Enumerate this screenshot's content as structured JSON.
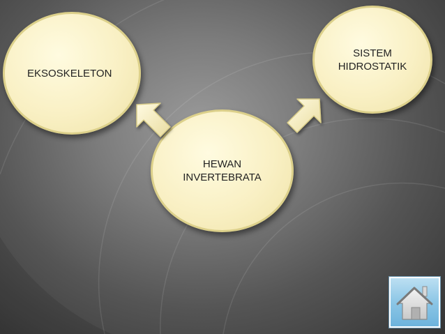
{
  "diagram": {
    "nodes": {
      "left": {
        "label": "EKSOSKELETON"
      },
      "right": {
        "label": "SISTEM\nHIDROSTATIK"
      },
      "center": {
        "label": "HEWAN\nINVERTEBRATA"
      }
    },
    "edges": [
      {
        "from": "center",
        "to": "left"
      },
      {
        "from": "center",
        "to": "right"
      }
    ],
    "colors": {
      "node_fill": "#f9f0c4",
      "node_border": "#dcd08a",
      "arrow_fill": "#f7efc2",
      "home_button": "#8cc6e6"
    }
  },
  "home_button": {
    "icon": "house-icon"
  }
}
